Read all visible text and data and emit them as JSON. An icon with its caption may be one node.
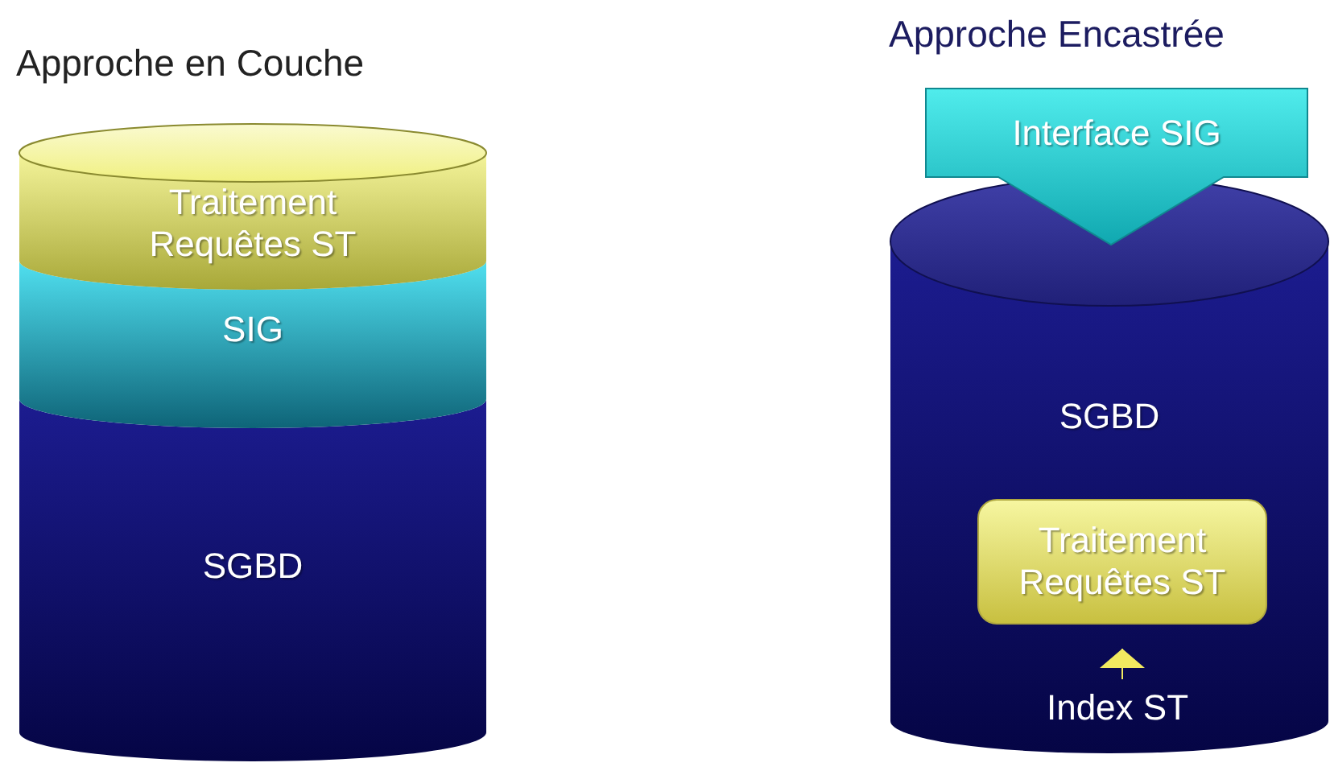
{
  "diagram": {
    "nodes": [
      {
        "text": [],
        "shape": "cylinder"
      },
      {
        "text": [
          "Traitement Requêtes ST"
        ],
        "in": 0
      },
      {
        "text": [
          "SIG"
        ],
        "in": 0
      },
      {
        "text": [
          "SGBD"
        ],
        "in": 0
      },
      {
        "text": [
          "SGBD"
        ]
      },
      {
        "text": [
          "Interface SIG"
        ]
      },
      {
        "text": [
          "Traitement Requêtes ST"
        ],
        "in": 4
      },
      {
        "text": [
          "Index ST"
        ],
        "in": 4
      }
    ],
    "edges": [
      {
        "from": 7,
        "to": 6,
        "arrow": "to"
      }
    ],
    "labels": [
      "Approche en Couche",
      "Approche Encastrée"
    ]
  }
}
